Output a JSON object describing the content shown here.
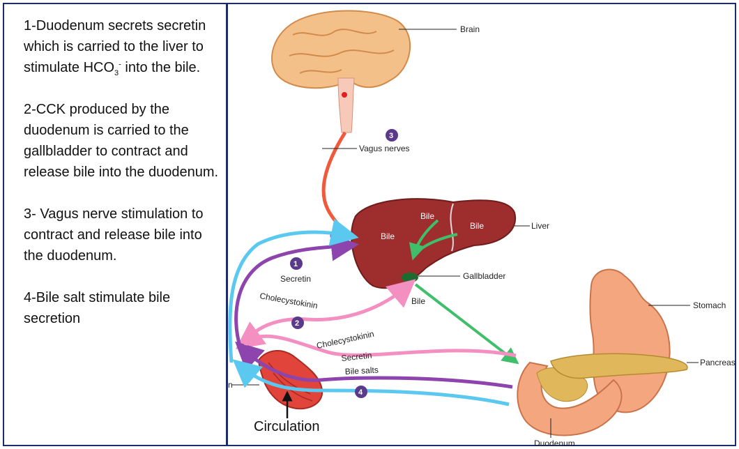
{
  "notes": {
    "step1": {
      "line1": "1-Duodenum secrets secretin which is carried to the liver to stimulate HCO",
      "sub": "3",
      "sup": "-",
      "line2": " into the bile."
    },
    "step2": "2-CCK produced by the duodenum is carried to the gallbladder to contract and release bile into the duodenum.",
    "step3": "3- Vagus nerve stimulation to contract and release bile into the duodenum.",
    "step4": "4-Bile salt stimulate bile secretion"
  },
  "diagram": {
    "labels": {
      "brain": "Brain",
      "vagus_nerves": "Vagus nerves",
      "liver": "Liver",
      "gallbladder": "Gallbladder",
      "bile_gallbladder": "Bile",
      "bile_liver_left": "Bile",
      "bile_liver_top": "Bile",
      "bile_liver_right": "Bile",
      "stomach": "Stomach",
      "pancreas": "Pancreas",
      "duodenum": "Duodenum",
      "intestine_partial": "n",
      "circulation": "Circulation"
    },
    "curve_labels": {
      "secretin_top": "Secretin",
      "cck_top": "Cholecystokinin",
      "cck_bottom": "Cholecystokinin",
      "secretin_bottom": "Secretin",
      "bile_salts": "Bile salts"
    },
    "step_numbers": [
      "1",
      "2",
      "3",
      "4"
    ],
    "colors": {
      "secretin_path": "#8e44ad",
      "cck_path": "#f48fc1",
      "bile_salts_path": "#5bc8f0",
      "vagus_path": "#f05a3c",
      "bile_flow": "#3fbf6a",
      "liver": "#9e2d2d",
      "stomach": "#f4a77e",
      "pancreas": "#e0b75a",
      "step_badge": "#5b3a8c"
    }
  }
}
